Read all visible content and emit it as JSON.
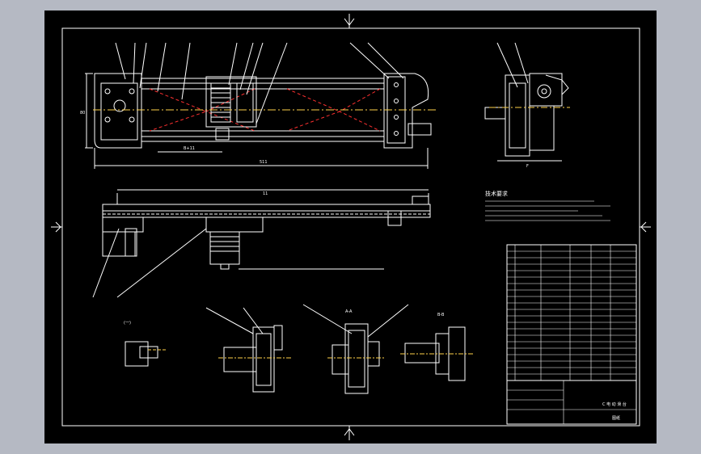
{
  "drawing": {
    "tech_requirements_title": "技术要求",
    "dimensions": {
      "top_height": "80",
      "top_travel": "B+11",
      "top_total": "511",
      "front_length": "11",
      "side_width": "F"
    },
    "section_labels": [
      "(一)",
      "A-A",
      "B-B"
    ],
    "title_block": {
      "name": "C 电 动 滑 台",
      "drawing_no": "图纸"
    },
    "colors": {
      "background": "#000000",
      "line": "#ffffff",
      "hidden": "#ff3030",
      "center": "#ffd24a",
      "dimension": "#ffffff",
      "outer": "#b5b9c3"
    }
  }
}
